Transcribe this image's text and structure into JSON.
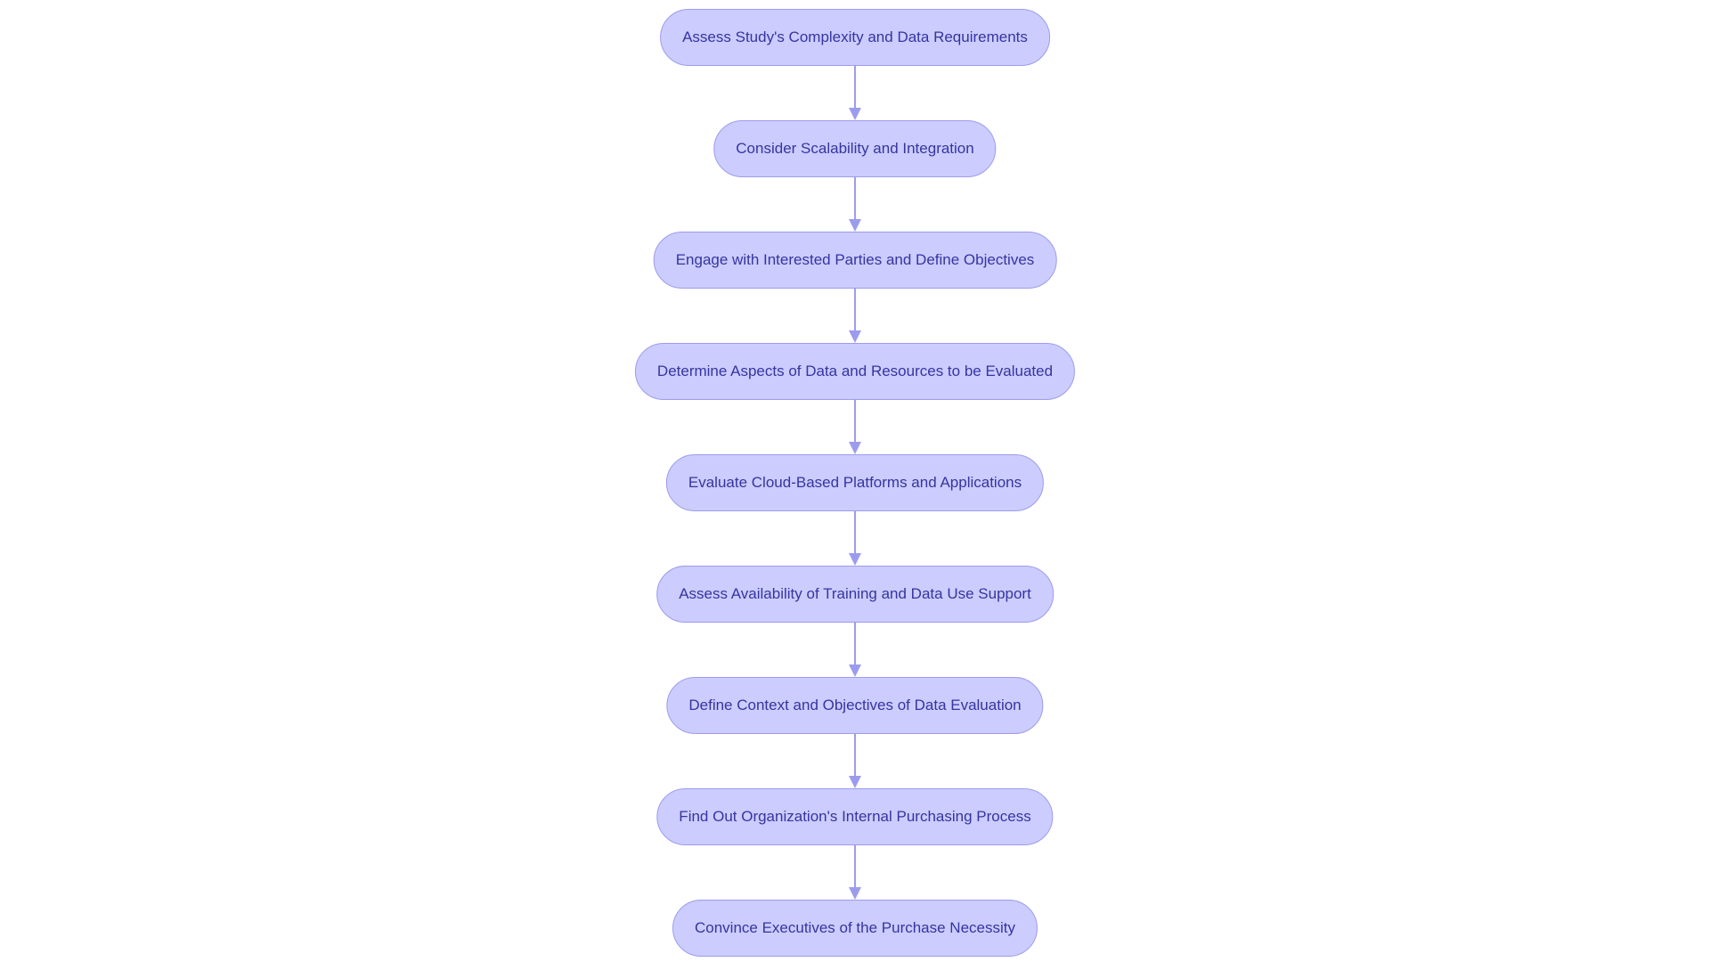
{
  "flowchart": {
    "steps": [
      {
        "label": "Assess Study's Complexity and Data Requirements"
      },
      {
        "label": "Consider Scalability and Integration"
      },
      {
        "label": "Engage with Interested Parties and Define Objectives"
      },
      {
        "label": "Determine Aspects of Data and Resources to be Evaluated"
      },
      {
        "label": "Evaluate Cloud-Based Platforms and Applications"
      },
      {
        "label": "Assess Availability of Training and Data Use Support"
      },
      {
        "label": "Define Context and Objectives of Data Evaluation"
      },
      {
        "label": "Find Out Organization's Internal Purchasing Process"
      },
      {
        "label": "Convince Executives of the Purchase Necessity"
      }
    ],
    "colors": {
      "node_fill": "#ccccff",
      "node_border": "#9c9cee",
      "node_text": "#3535a0",
      "connector": "#9c9cee"
    }
  }
}
